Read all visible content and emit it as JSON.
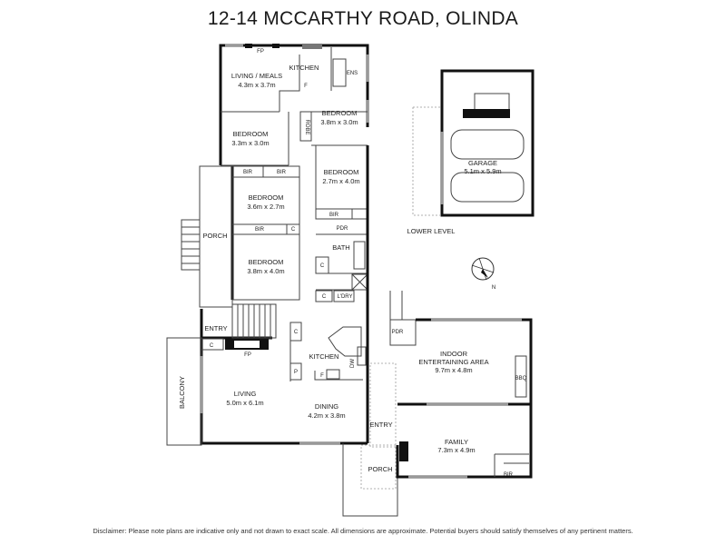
{
  "title": "12-14 MCCARTHY ROAD, OLINDA",
  "disclaimer": "Disclaimer: Please note plans are indicative only and not drawn to exact scale. All dimensions are approximate. Potential buyers should satisfy themselves of any pertinent matters.",
  "rooms": {
    "living_meals": {
      "name": "LIVING / MEALS",
      "dims": "4.3m x 3.7m"
    },
    "kitchen_upper": {
      "name": "KITCHEN"
    },
    "ens": {
      "name": "ENS"
    },
    "bedroom1": {
      "name": "BEDROOM",
      "dims": "3.8m x 3.0m"
    },
    "bedroom2": {
      "name": "BEDROOM",
      "dims": "3.3m x 3.0m"
    },
    "robe": {
      "name": "ROBE"
    },
    "bedroom3": {
      "name": "BEDROOM",
      "dims": "2.7m x 4.0m"
    },
    "bedroom4": {
      "name": "BEDROOM",
      "dims": "3.6m x 2.7m"
    },
    "bedroom5": {
      "name": "BEDROOM",
      "dims": "3.8m x 4.0m"
    },
    "porch_side": {
      "name": "PORCH"
    },
    "pdr": {
      "name": "PDR"
    },
    "bath": {
      "name": "BATH"
    },
    "ldry": {
      "name": "L'DRY"
    },
    "entry_upper": {
      "name": "ENTRY"
    },
    "kitchen": {
      "name": "KITCHEN"
    },
    "living": {
      "name": "LIVING",
      "dims": "5.0m x 6.1m"
    },
    "dining": {
      "name": "DINING",
      "dims": "4.2m x 3.8m"
    },
    "balcony": {
      "name": "BALCONY"
    },
    "entry_lower": {
      "name": "ENTRY"
    },
    "porch_front": {
      "name": "PORCH"
    },
    "indoor_ent": {
      "name": "INDOOR",
      "name2": "ENTERTAINING AREA",
      "dims": "9.7m x 4.8m"
    },
    "bbq": {
      "name": "BBQ"
    },
    "pdr2": {
      "name": "PDR"
    },
    "family": {
      "name": "FAMILY",
      "dims": "7.3m x 4.9m"
    },
    "garage": {
      "name": "GARAGE",
      "dims": "5.1m x 5.9m"
    }
  },
  "labels": {
    "fp": "FP",
    "f": "F",
    "c": "C",
    "bir": "BIR",
    "p": "P",
    "dw": "DW",
    "lower_level": "LOWER LEVEL",
    "north": "N"
  }
}
